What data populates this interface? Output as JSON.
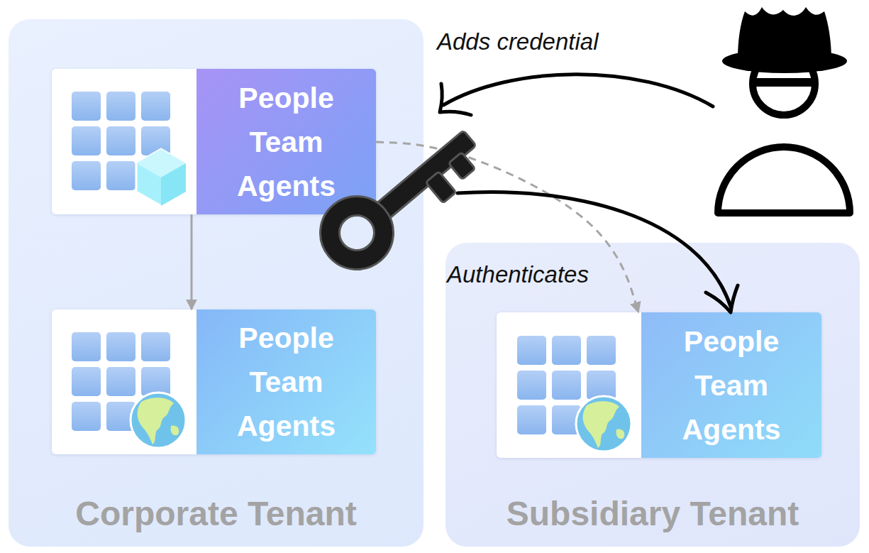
{
  "diagram": {
    "nodes": [
      {
        "text": [
          "Corporate Tenant"
        ]
      },
      {
        "text": [
          "People Team Agents"
        ],
        "in": 0
      },
      {
        "text": [
          "People Team Agents"
        ],
        "in": 0
      },
      {
        "text": [
          "Subsidiary Tenant"
        ]
      },
      {
        "text": [
          "People Team Agents"
        ],
        "in": 3
      }
    ],
    "edges": [
      {
        "from": 1,
        "to": 2,
        "arrow": "to"
      },
      {
        "from": 1,
        "to": 4,
        "arrow": "to",
        "label": "Authenticates"
      }
    ],
    "labels": [
      "Adds credential"
    ]
  }
}
